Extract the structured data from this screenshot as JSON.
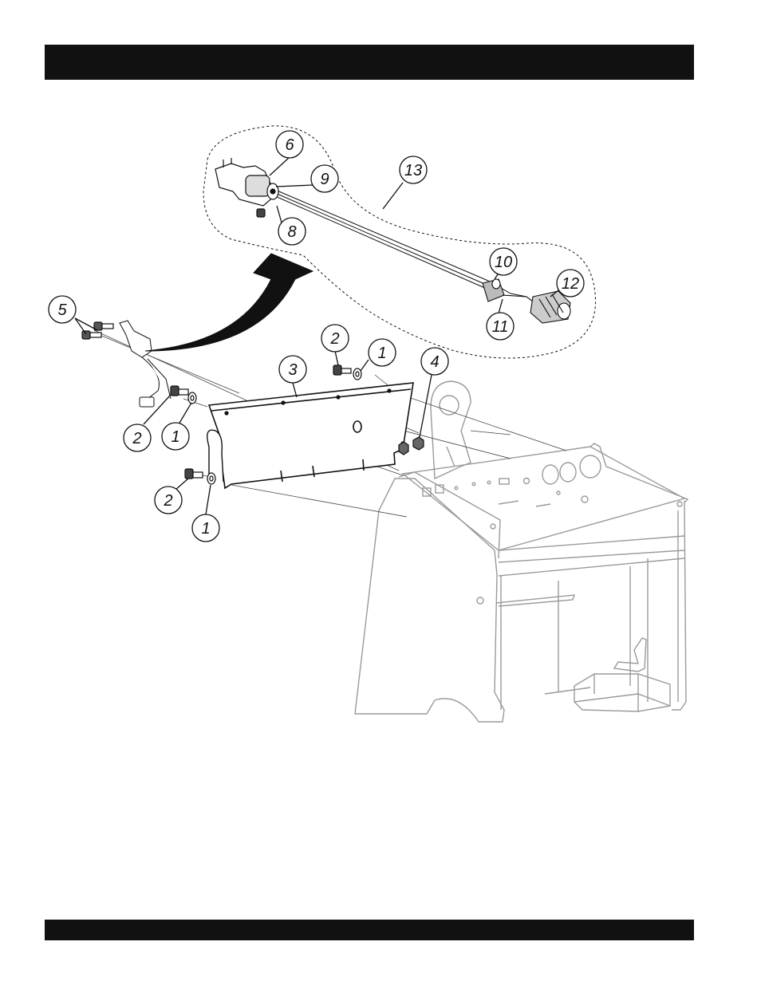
{
  "header": {
    "title": ""
  },
  "footer": {
    "text": ""
  },
  "diagram": {
    "callouts": {
      "c1a": "1",
      "c1b": "1",
      "c1c": "1",
      "c2a": "2",
      "c2b": "2",
      "c2c": "2",
      "c3": "3",
      "c4": "4",
      "c5": "5",
      "c6": "6",
      "c8": "8",
      "c9": "9",
      "c10": "10",
      "c11": "11",
      "c12": "12",
      "c13": "13"
    }
  }
}
